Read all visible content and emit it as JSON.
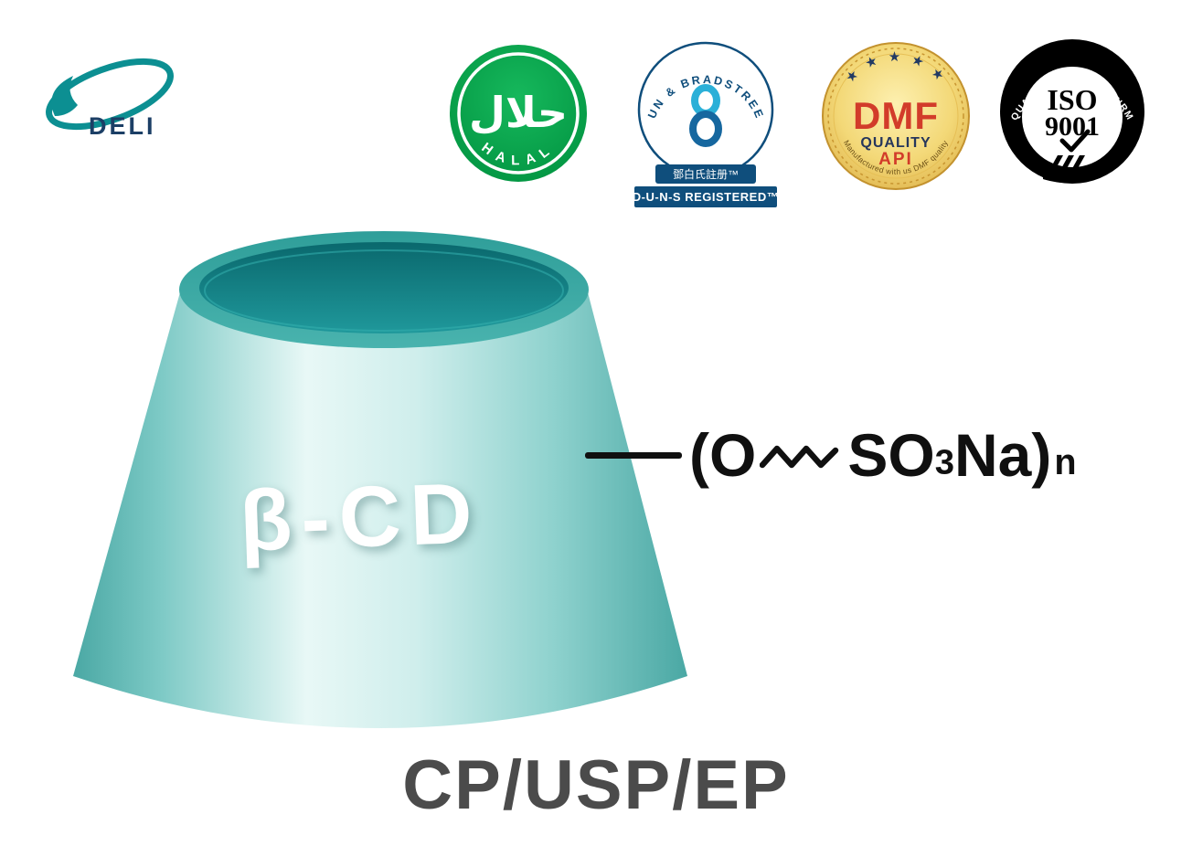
{
  "logo": {
    "text": "DELI"
  },
  "badges": {
    "halal": {
      "arabic": "حلال",
      "label": "HALAL"
    },
    "dnb": {
      "arc_text": "DUN & BRADSTREET",
      "chinese_label": "鄧白氏註册™",
      "banner_label": "D-U-N-S REGISTERED™"
    },
    "dmf": {
      "stars": "★ ★ ★ ★ ★",
      "title": "DMF",
      "subtitle": "QUALITY",
      "subtitle2": "API",
      "arc_text": "Manufactured with us DMF quality"
    },
    "iso": {
      "arc_text": "QUALITY ASSURED FIRM",
      "title": "ISO",
      "number": "9001"
    }
  },
  "product": {
    "cone_label": "β-CD",
    "formula": {
      "prefix": "(O",
      "group": "SO",
      "subscript": "3",
      "suffix": "Na)",
      "index": "n"
    },
    "grades": "CP/USP/EP"
  },
  "colors": {
    "teal": "#3aa9a4",
    "halal_green": "#009a44",
    "dnb_navy": "#0f4e7c",
    "dmf_gold": "#e3b34c",
    "dmf_red": "#d23c2a",
    "iso_black": "#000000",
    "text_dark": "#4b4b4b"
  }
}
